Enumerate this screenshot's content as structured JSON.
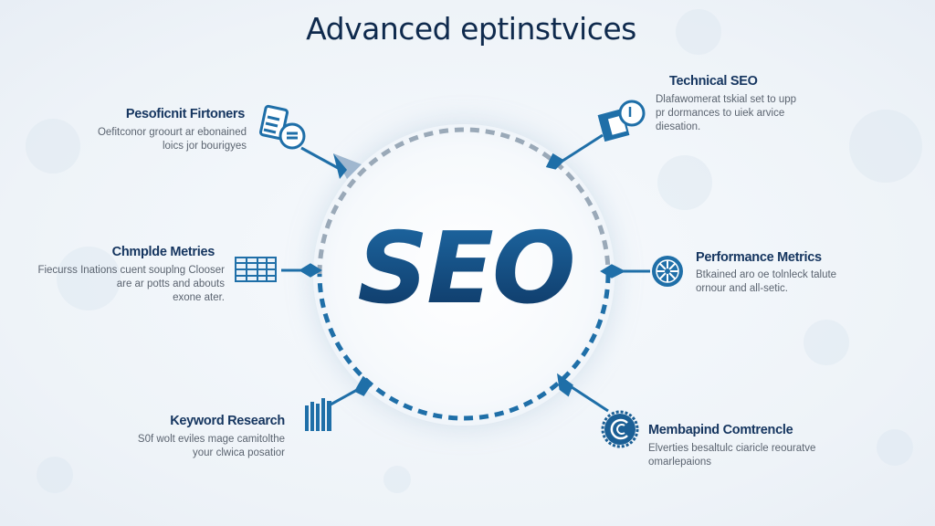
{
  "title": "Advanced eptinstvices",
  "hub": {
    "label": "SEO",
    "color": "#134a7c"
  },
  "colors": {
    "accent": "#1f6fa8",
    "dark": "#0f2a4d",
    "text": "#5b6470",
    "ring_top": "#9aa9b8",
    "ring_bottom": "#1f6fa8"
  },
  "nodes": [
    {
      "id": "top-left",
      "title": "Pesoficnit Firtoners",
      "desc_lines": [
        "Oefitconor groourt ar ebonained",
        "loics jor bourigyes"
      ],
      "icon": "documents-icon"
    },
    {
      "id": "top-right",
      "title": "Technical SEO",
      "desc_lines": [
        "Dlafawomerat tskial set to upp",
        "pr dormances to uiek arvice",
        "diesation."
      ],
      "icon": "search-document-icon"
    },
    {
      "id": "mid-left",
      "title": "Chmplde Metries",
      "desc_lines": [
        "Fiecurss Inations cuent souplng Clooser",
        "are ar potts and abouts",
        "exone ater."
      ],
      "icon": "grid-table-icon"
    },
    {
      "id": "mid-right",
      "title": "Performance Metrics",
      "desc_lines": [
        "Btkained aro oe tolnleck talute",
        "ornour and all-setic."
      ],
      "icon": "wheel-icon"
    },
    {
      "id": "bottom-left",
      "title": "Keyword Research",
      "desc_lines": [
        "S0f wolt eviles mage camitolthe",
        "your clwica posatior"
      ],
      "icon": "bar-chart-icon"
    },
    {
      "id": "bottom-right",
      "title": "Membapind Comtrencle",
      "desc_lines": [
        "Elverties besaltulc ciaricle reouratve",
        "omarlepaions"
      ],
      "icon": "badge-c-icon"
    }
  ]
}
